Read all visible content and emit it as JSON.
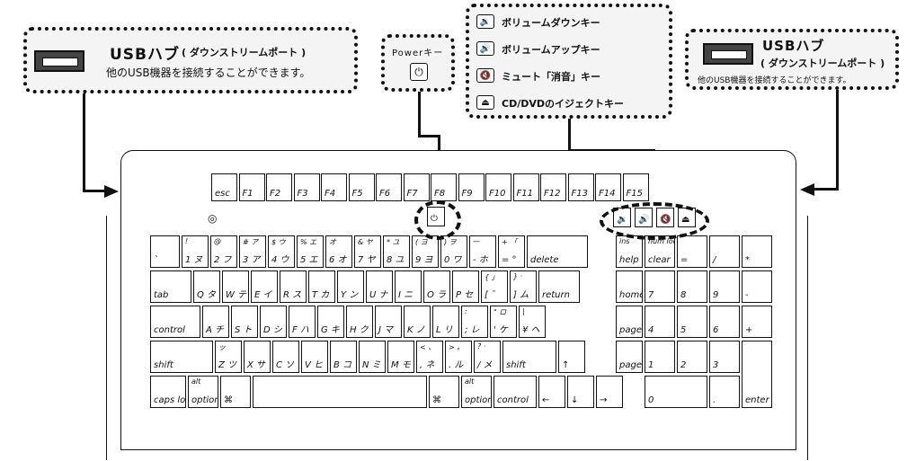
{
  "left_callout": {
    "title": "USBハブ",
    "subtitle": "( ダウンストリームポート )",
    "desc": "他のUSB機器を接続することができます。"
  },
  "power_callout": {
    "title": "Powerキー",
    "icon": "⏻"
  },
  "media_callout": {
    "items": [
      {
        "icon": "🔉",
        "label": "ボリュームダウンキー"
      },
      {
        "icon": "🔊",
        "label": "ボリュームアップキー"
      },
      {
        "icon": "🔇",
        "label": "ミュート「消音」キー"
      },
      {
        "icon": "⏏",
        "label": "CD/DVDのイジェクトキー"
      }
    ]
  },
  "right_callout": {
    "title": "USBハブ",
    "subtitle": "( ダウンストリームポート )",
    "desc": "他のUSB機器を接続することができます。"
  },
  "fkeys": [
    "esc",
    "F1",
    "F2",
    "F3",
    "F4",
    "F5",
    "F6",
    "F7",
    "F8",
    "F9",
    "F10",
    "F11",
    "F12",
    "F13",
    "F14",
    "F15"
  ],
  "media_keys": [
    "🔉",
    "🔊",
    "🔇",
    "⏏"
  ],
  "power_icon": "⏻",
  "indicator": "◎",
  "rows": {
    "r1": [
      {
        "t": "",
        "b": "`"
      },
      {
        "t": "!",
        "b": "1 ヌ"
      },
      {
        "t": "@",
        "b": "2 フ"
      },
      {
        "t": "# ア",
        "b": "3 ア"
      },
      {
        "t": "$ ウ",
        "b": "4 ウ"
      },
      {
        "t": "% エ",
        "b": "5 エ"
      },
      {
        "t": "オ",
        "b": "6 オ"
      },
      {
        "t": "& ヤ",
        "b": "7 ヤ"
      },
      {
        "t": "* ユ",
        "b": "8 ユ"
      },
      {
        "t": "( ヨ",
        "b": "9 ヨ"
      },
      {
        "t": ") ヲ",
        "b": "0 ワ"
      },
      {
        "t": "—",
        "b": "- ホ"
      },
      {
        "t": "+ 「",
        "b": "= °"
      },
      {
        "t": "",
        "b": "delete"
      }
    ],
    "r2": [
      {
        "t": "",
        "b": "tab"
      },
      {
        "t": "",
        "b": "Q タ"
      },
      {
        "t": "",
        "b": "W テ"
      },
      {
        "t": "",
        "b": "E イ"
      },
      {
        "t": "",
        "b": "R ス"
      },
      {
        "t": "",
        "b": "T カ"
      },
      {
        "t": "",
        "b": "Y ン"
      },
      {
        "t": "",
        "b": "U ナ"
      },
      {
        "t": "",
        "b": "I ニ"
      },
      {
        "t": "",
        "b": "O ラ"
      },
      {
        "t": "",
        "b": "P セ"
      },
      {
        "t": "{ 」",
        "b": "[ ゛"
      },
      {
        "t": "} ·",
        "b": "] ム"
      },
      {
        "t": "",
        "b": "return"
      }
    ],
    "r3": [
      {
        "t": "",
        "b": "control"
      },
      {
        "t": "",
        "b": "A チ"
      },
      {
        "t": "",
        "b": "S ト"
      },
      {
        "t": "",
        "b": "D シ"
      },
      {
        "t": "",
        "b": "F ハ"
      },
      {
        "t": "",
        "b": "G キ"
      },
      {
        "t": "",
        "b": "H ク"
      },
      {
        "t": "",
        "b": "J マ"
      },
      {
        "t": "",
        "b": "K ノ"
      },
      {
        "t": "",
        "b": "L リ"
      },
      {
        "t": ":",
        "b": "; レ"
      },
      {
        "t": "\" ロ",
        "b": "' ケ"
      },
      {
        "t": "|",
        "b": "¥ ヘ"
      }
    ],
    "r4": [
      {
        "t": "",
        "b": "shift"
      },
      {
        "t": "ッ",
        "b": "Z ツ"
      },
      {
        "t": "",
        "b": "X サ"
      },
      {
        "t": "",
        "b": "C ソ"
      },
      {
        "t": "",
        "b": "V ヒ"
      },
      {
        "t": "",
        "b": "B コ"
      },
      {
        "t": "",
        "b": "N ミ"
      },
      {
        "t": "",
        "b": "M モ"
      },
      {
        "t": "< 、",
        "b": ", ネ"
      },
      {
        "t": "> 。",
        "b": ". ル"
      },
      {
        "t": "? ·",
        "b": "/ メ"
      },
      {
        "t": "",
        "b": "shift"
      },
      {
        "t": "",
        "b": "↑"
      }
    ],
    "r5": [
      {
        "t": "",
        "b": "caps lock"
      },
      {
        "t": "alt",
        "b": "option"
      },
      {
        "t": "",
        "b": "⌘"
      },
      {
        "t": "",
        "b": ""
      },
      {
        "t": "",
        "b": "⌘"
      },
      {
        "t": "alt",
        "b": "option"
      },
      {
        "t": "",
        "b": "control"
      },
      {
        "t": "",
        "b": "←"
      },
      {
        "t": "",
        "b": "↓"
      },
      {
        "t": "",
        "b": "→"
      }
    ]
  },
  "nav": {
    "r1": [
      {
        "t": "ins",
        "b": "help"
      }
    ],
    "r2": [
      {
        "t": "",
        "b": "home"
      }
    ],
    "r3": [
      {
        "t": "",
        "b": "page up"
      }
    ],
    "r4": [
      {
        "t": "",
        "b": "page down"
      }
    ]
  },
  "numpad": {
    "r1": [
      {
        "t": "num lock",
        "b": "clear"
      },
      {
        "t": "",
        "b": "="
      },
      {
        "t": "",
        "b": "/"
      },
      {
        "t": "",
        "b": "*"
      }
    ],
    "r2": [
      {
        "t": "",
        "b": "7"
      },
      {
        "t": "",
        "b": "8"
      },
      {
        "t": "",
        "b": "9"
      },
      {
        "t": "",
        "b": "-"
      }
    ],
    "r3": [
      {
        "t": "",
        "b": "4"
      },
      {
        "t": "",
        "b": "5"
      },
      {
        "t": "",
        "b": "6"
      },
      {
        "t": "",
        "b": "+"
      }
    ],
    "r4": [
      {
        "t": "",
        "b": "1"
      },
      {
        "t": "",
        "b": "2"
      },
      {
        "t": "",
        "b": "3"
      }
    ],
    "r5": [
      {
        "t": "",
        "b": "0"
      },
      {
        "t": "",
        "b": "."
      },
      {
        "t": "",
        "b": "enter"
      }
    ]
  }
}
